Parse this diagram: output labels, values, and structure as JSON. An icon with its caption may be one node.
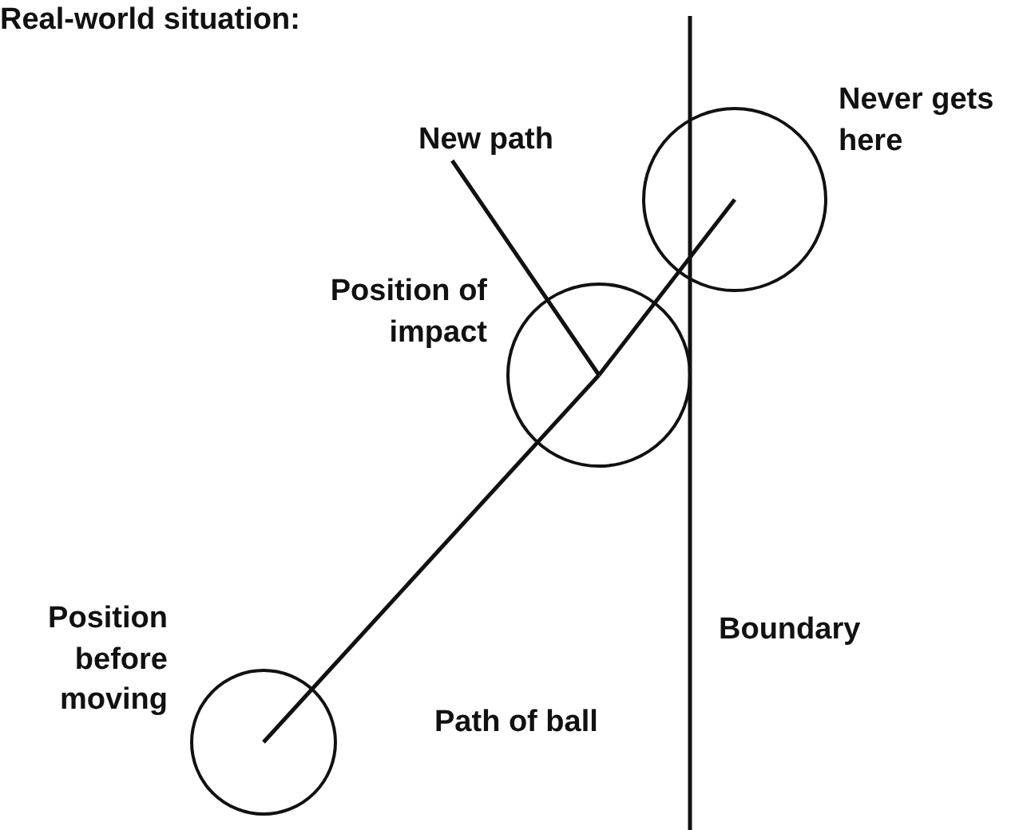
{
  "diagram": {
    "title": "Real-world situation:",
    "nodes": [
      {
        "text": [],
        "shape": "circle",
        "beside": [
          "Position before moving"
        ]
      },
      {
        "text": [],
        "shape": "circle",
        "beside": [
          "Position of impact"
        ]
      },
      {
        "text": [],
        "shape": "circle",
        "beside": [
          "Never gets here"
        ]
      },
      {
        "text": [
          "New path"
        ]
      }
    ],
    "edges": [
      {
        "from": 0,
        "to": 1,
        "arrow": "none"
      },
      {
        "from": 1,
        "to": 2,
        "arrow": "none"
      },
      {
        "from": 1,
        "to": 3,
        "arrow": "none"
      }
    ],
    "labels": [
      "Boundary",
      "Path of ball"
    ]
  }
}
